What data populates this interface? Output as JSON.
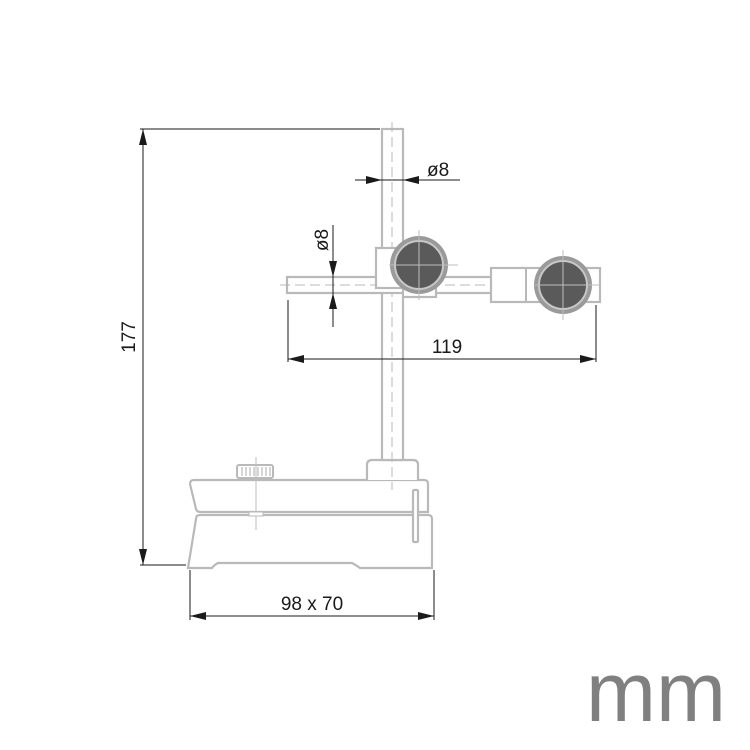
{
  "drawing": {
    "type": "technical-dimension-drawing",
    "subject": "stand with vertical rod, cross arm and base",
    "part_color": "#b9b9b9",
    "dimension_color": "#1a1a1a",
    "knob_color": "#5a5a5a"
  },
  "dimensions": {
    "height": "177",
    "vertical_rod_diameter": "ø8",
    "cross_arm_diameter": "ø8",
    "arm_length": "119",
    "base_size": "98 x 70"
  },
  "unit": {
    "label": "mm",
    "color": "#808080"
  }
}
